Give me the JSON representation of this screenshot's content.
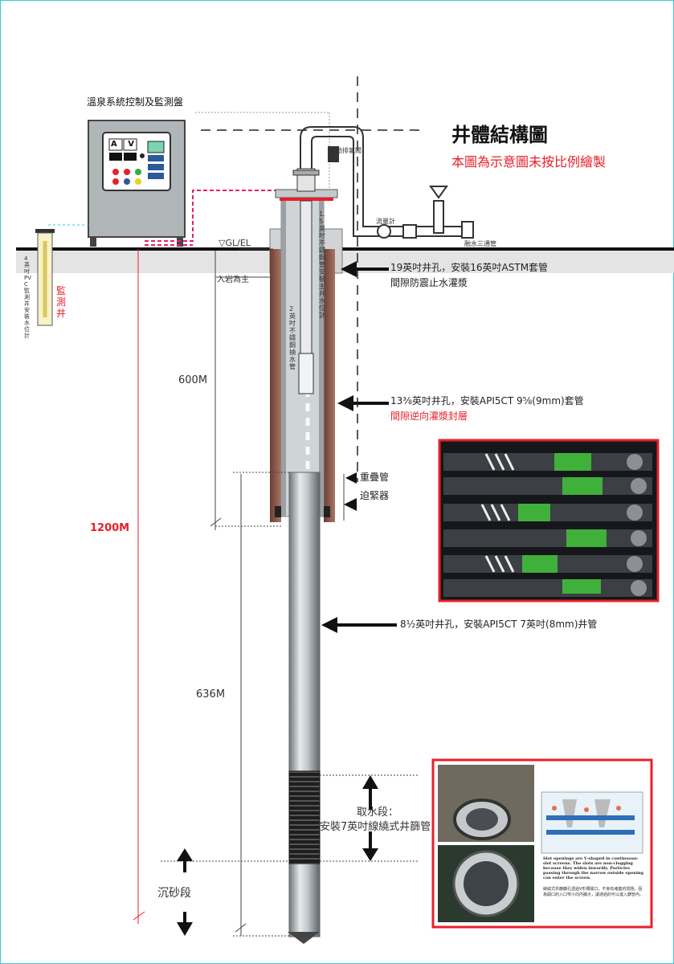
{
  "title": "井體結構圖",
  "subtitle": "本圖為示意圖未按比例繪製",
  "control_panel": {
    "label": "溫泉系統控制及監測盤",
    "meter_label": "A V"
  },
  "monitor_well": {
    "label_red": "監測井",
    "label_pipe": "4英吋PVC監測井安裝水位計"
  },
  "ground": {
    "gl_label": "▽GL/EL",
    "rock_label": "入岩為主"
  },
  "pump_labels": {
    "valve": "自動排氣閥",
    "flowmeter": "流量計",
    "tee": "融水三通管",
    "level_tube": "1.5英吋不鏽鋼管安裝主井水位計",
    "pump_pipe": "2英吋不鏽鋼抽水管"
  },
  "casing": {
    "outer_main": "19英吋井孔，安裝16英吋ASTM套管",
    "outer_sub": "間隙防震止水灌漿",
    "mid_main": "13⅜英吋井孔，安裝API5CT 9⅝(9mm)套管",
    "mid_sub": "間隙逆向灌漿封層",
    "overlap": "重疊管",
    "centralizer": "迫緊器",
    "inner_main": "8½英吋井孔，安裝API5CT 7英吋(8mm)井管"
  },
  "depths": {
    "d600": "600M",
    "d1200": "1200M",
    "d636": "636M"
  },
  "intake": {
    "line1": "取水段：",
    "line2": "安裝7英吋線繞式井篩管"
  },
  "sediment": "沉砂段",
  "screen_photo": {
    "caption_en": "Slot openings are V-shaped in continuous-slot screens. The slots are non-clogging because they widen inwardly. Particles passing through the narrow outside opening can enter the screen.",
    "caption_zh": "線繞式井篩篩孔透過V形槽開口，不會有堵塞的問題，因為開口的入口窄小向內擴大，讓通過的可以進入篩管內。"
  },
  "colors": {
    "accent_red": "#e8202a",
    "frame": "#35c8e0",
    "rock": "#8a5a4a",
    "casing": "#b8bfc4"
  }
}
